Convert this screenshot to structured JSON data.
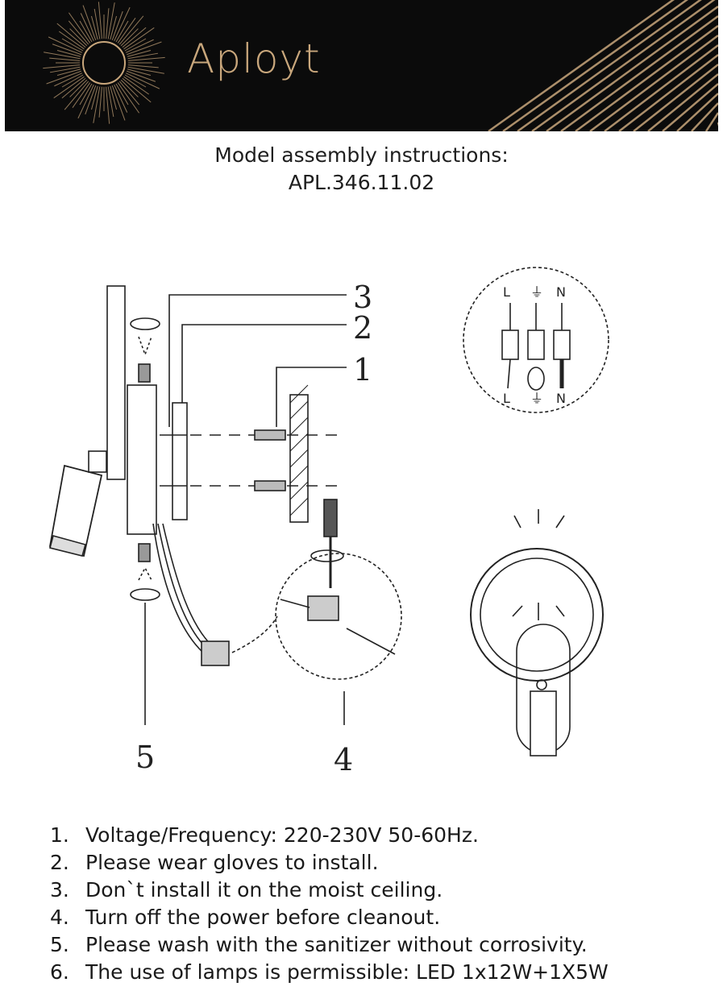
{
  "brand": "Aployt",
  "title": {
    "line1": "Model assembly instructions:",
    "line2": "APL.346.11.02"
  },
  "callouts": [
    "1",
    "2",
    "3",
    "4",
    "5"
  ],
  "wiring": {
    "top": [
      "L",
      "⏚",
      "N"
    ],
    "bottom": [
      "L",
      "⏚",
      "N"
    ]
  },
  "notes": [
    {
      "num": "1.",
      "text": "Voltage/Frequency: 220-230V 50-60Hz."
    },
    {
      "num": "2.",
      "text": "Please wear gloves to install."
    },
    {
      "num": "3.",
      "text": "Don`t install it on the moist ceiling."
    },
    {
      "num": "4.",
      "text": "Turn off the power before cleanout."
    },
    {
      "num": "5.",
      "text": "Please wash with the sanitizer without corrosivity."
    },
    {
      "num": "6.",
      "text": "The use of lamps is permissible: LED 1x12W+1X5W"
    }
  ],
  "colors": {
    "banner": "#0b0b0b",
    "gold": "#c9a77c",
    "ink": "#1a1a1a"
  }
}
